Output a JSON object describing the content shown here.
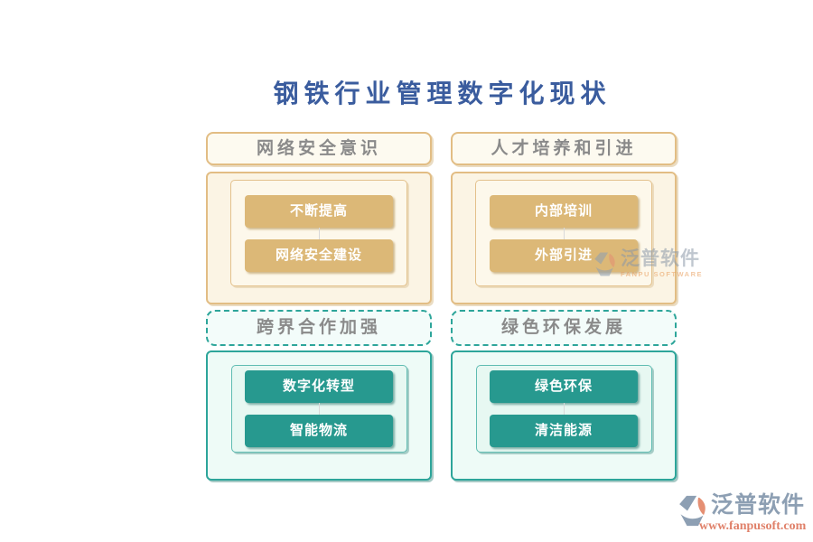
{
  "title": "钢铁行业管理数字化现状",
  "panels": [
    {
      "header": "网络安全意识",
      "items": [
        "不断提高",
        "网络安全建设"
      ]
    },
    {
      "header": "人才培养和引进",
      "items": [
        "内部培训",
        "外部引进"
      ]
    },
    {
      "header": "跨界合作加强",
      "items": [
        "数字化转型",
        "智能物流"
      ]
    },
    {
      "header": "绿色环保发展",
      "items": [
        "绿色环保",
        "清洁能源"
      ]
    }
  ],
  "watermark_center": {
    "brand": "泛普软件",
    "subtitle": "FANPU SOFTWARE"
  },
  "watermark_corner": {
    "brand": "泛普软件",
    "url": "www.fanpusoft.com"
  },
  "colors": {
    "title_blue": "#3a5c9e",
    "header_gray": "#8a8a8a",
    "gold_border": "#e2bd84",
    "gold_fill": "#fbf4e4",
    "gold_button": "#dcb877",
    "teal_border": "#2da59a",
    "teal_fill": "#eefbf7",
    "teal_button": "#27998f",
    "brand_gray": "#8d9fb3",
    "url_salmon": "#e0816a",
    "logo_salmon": "#e58f73"
  }
}
